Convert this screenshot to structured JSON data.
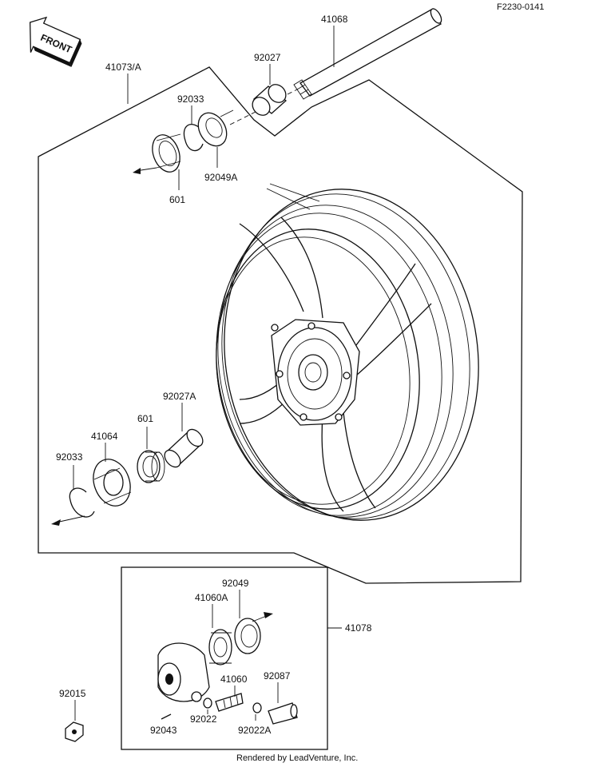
{
  "header": {
    "code": "F2230-0141",
    "front_label": "FRONT"
  },
  "footer": {
    "credit": "Rendered by LeadVenture, Inc."
  },
  "parts": {
    "axle": "41068",
    "wheel_assy": "41073/A",
    "collar_right": "92027",
    "circlip_right": "92033",
    "oil_seal_right": "92049A",
    "bearing_right": "601",
    "collar_left": "92027A",
    "bearing_left": "601",
    "hub_cover": "41064",
    "circlip_left": "92033",
    "meter_gear_assy": "41078",
    "oil_seal_gear": "92049",
    "gear_drive": "41060A",
    "gear_pinion": "41060",
    "bushing": "92087",
    "washer_a": "92022",
    "washer_b": "92022A",
    "pin": "92043",
    "nut": "92015"
  }
}
